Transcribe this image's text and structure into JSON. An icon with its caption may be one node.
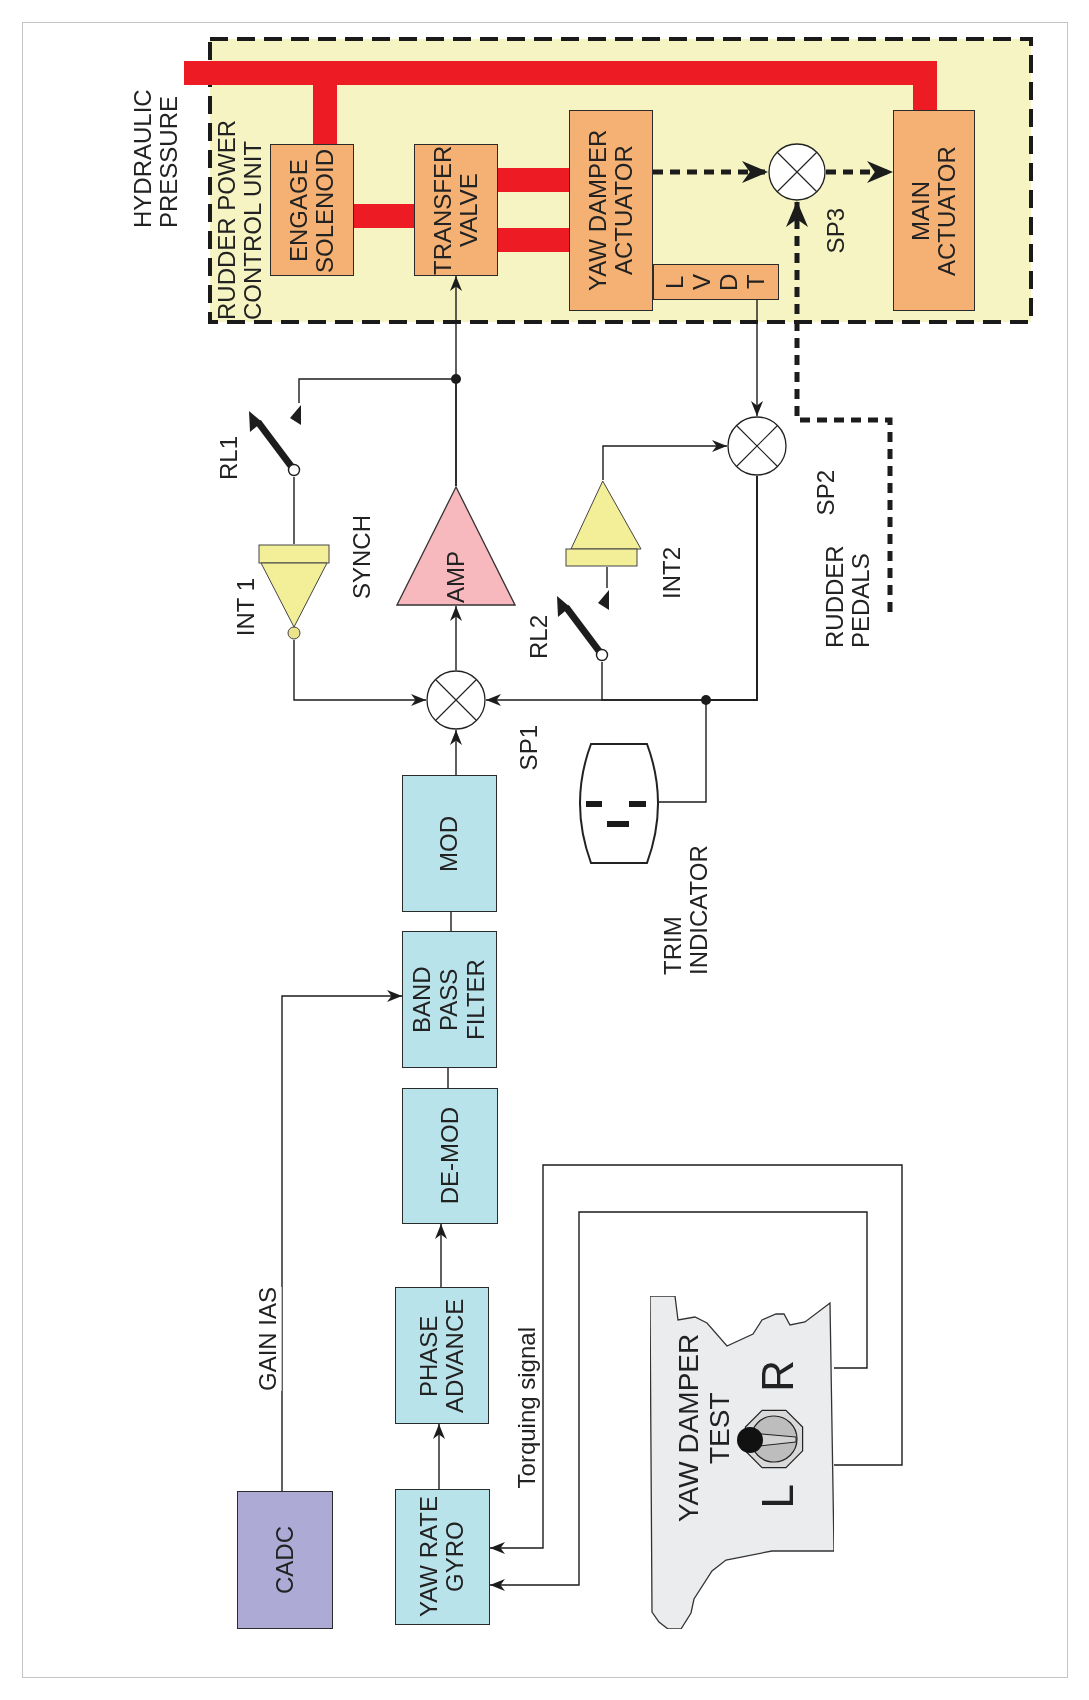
{
  "diagram": {
    "nodes": [
      {
        "text": [
          "RUDDER POWER CONTROL UNIT"
        ]
      },
      {
        "text": [
          "ENGAGE SOLENOID"
        ],
        "in": 0
      },
      {
        "text": [
          "TRANSFER VALVE"
        ],
        "in": 0
      },
      {
        "text": [
          "YAW DAMPER ACTUATOR"
        ],
        "in": 0
      },
      {
        "text": [
          "L V D T"
        ],
        "in": 0
      },
      {
        "text": [],
        "shape": "circle",
        "beside": [
          "SP3"
        ],
        "in": 0
      },
      {
        "text": [
          "MAIN ACTUATOR"
        ],
        "in": 0
      },
      {
        "text": [
          "AMP"
        ]
      },
      {
        "text": [],
        "shape": "circle",
        "beside": [
          "SP1"
        ]
      },
      {
        "text": [],
        "shape": "circle",
        "beside": [
          "SP2"
        ]
      },
      {
        "text": [],
        "shape": "triangle",
        "beside": [
          "INT 1",
          "SYNCH"
        ]
      },
      {
        "text": [],
        "shape": "triangle",
        "beside": [
          "INT2"
        ]
      },
      {
        "text": [],
        "shape": "switch",
        "beside": [
          "RL1"
        ]
      },
      {
        "text": [],
        "shape": "switch",
        "beside": [
          "RL2"
        ]
      },
      {
        "text": [],
        "shape": "picture",
        "beside": [
          "TRIM INDICATOR"
        ]
      },
      {
        "text": [
          "MOD"
        ]
      },
      {
        "text": [
          "BAND PASS FILTER"
        ]
      },
      {
        "text": [
          "DE-MOD"
        ]
      },
      {
        "text": [
          "PHASE ADVANCE"
        ]
      },
      {
        "text": [
          "YAW RATE GYRO"
        ]
      },
      {
        "text": [
          "CADC"
        ]
      },
      {
        "text": [
          "YAW DAMPER TEST",
          "L",
          "R"
        ]
      },
      {
        "text": [
          "RUDDER PEDALS"
        ]
      },
      {
        "text": [
          "HYDRAULIC PRESSURE"
        ]
      }
    ],
    "edges": [
      {
        "from": 23,
        "to": 1,
        "arrow": "none",
        "style": "thick",
        "color": "#ed1c24"
      },
      {
        "from": 23,
        "to": 6,
        "arrow": "none",
        "style": "thick",
        "color": "#ed1c24"
      },
      {
        "from": 1,
        "to": 2,
        "arrow": "none",
        "style": "thick",
        "color": "#ed1c24"
      },
      {
        "from": 2,
        "to": 3,
        "arrow": "none",
        "style": "thick",
        "color": "#ed1c24"
      },
      {
        "from": 2,
        "to": 3,
        "arrow": "none",
        "style": "thick",
        "color": "#ed1c24"
      },
      {
        "from": 3,
        "to": 5,
        "arrow": "to",
        "style": "dashed"
      },
      {
        "from": 5,
        "to": 6,
        "arrow": "to",
        "style": "dashed"
      },
      {
        "from": 22,
        "to": 5,
        "arrow": "to",
        "style": "dashed"
      },
      {
        "from": 4,
        "to": 9,
        "arrow": "to"
      },
      {
        "from": 7,
        "to": 2,
        "arrow": "to"
      },
      {
        "from": 7,
        "to": 12,
        "arrow": "none"
      },
      {
        "from": 12,
        "to": 10,
        "arrow": "none"
      },
      {
        "from": 10,
        "to": 8,
        "arrow": "to"
      },
      {
        "from": 8,
        "to": 7,
        "arrow": "to"
      },
      {
        "from": 15,
        "to": 8,
        "arrow": "to"
      },
      {
        "from": 16,
        "to": 15,
        "arrow": "none"
      },
      {
        "from": 17,
        "to": 16,
        "arrow": "none"
      },
      {
        "from": 18,
        "to": 17,
        "arrow": "to"
      },
      {
        "from": 19,
        "to": 18,
        "arrow": "to"
      },
      {
        "from": 20,
        "to": 16,
        "arrow": "to",
        "label": "GAIN IAS"
      },
      {
        "from": 21,
        "to": 19,
        "arrow": "to",
        "label": "Torquing signal"
      },
      {
        "from": 21,
        "to": 19,
        "arrow": "to"
      },
      {
        "from": 9,
        "to": 8,
        "arrow": "to"
      },
      {
        "from": 9,
        "to": 14,
        "arrow": "none"
      },
      {
        "from": 9,
        "to": 13,
        "arrow": "none"
      },
      {
        "from": 13,
        "to": 11,
        "arrow": "none"
      },
      {
        "from": 11,
        "to": 9,
        "arrow": "to"
      }
    ]
  }
}
